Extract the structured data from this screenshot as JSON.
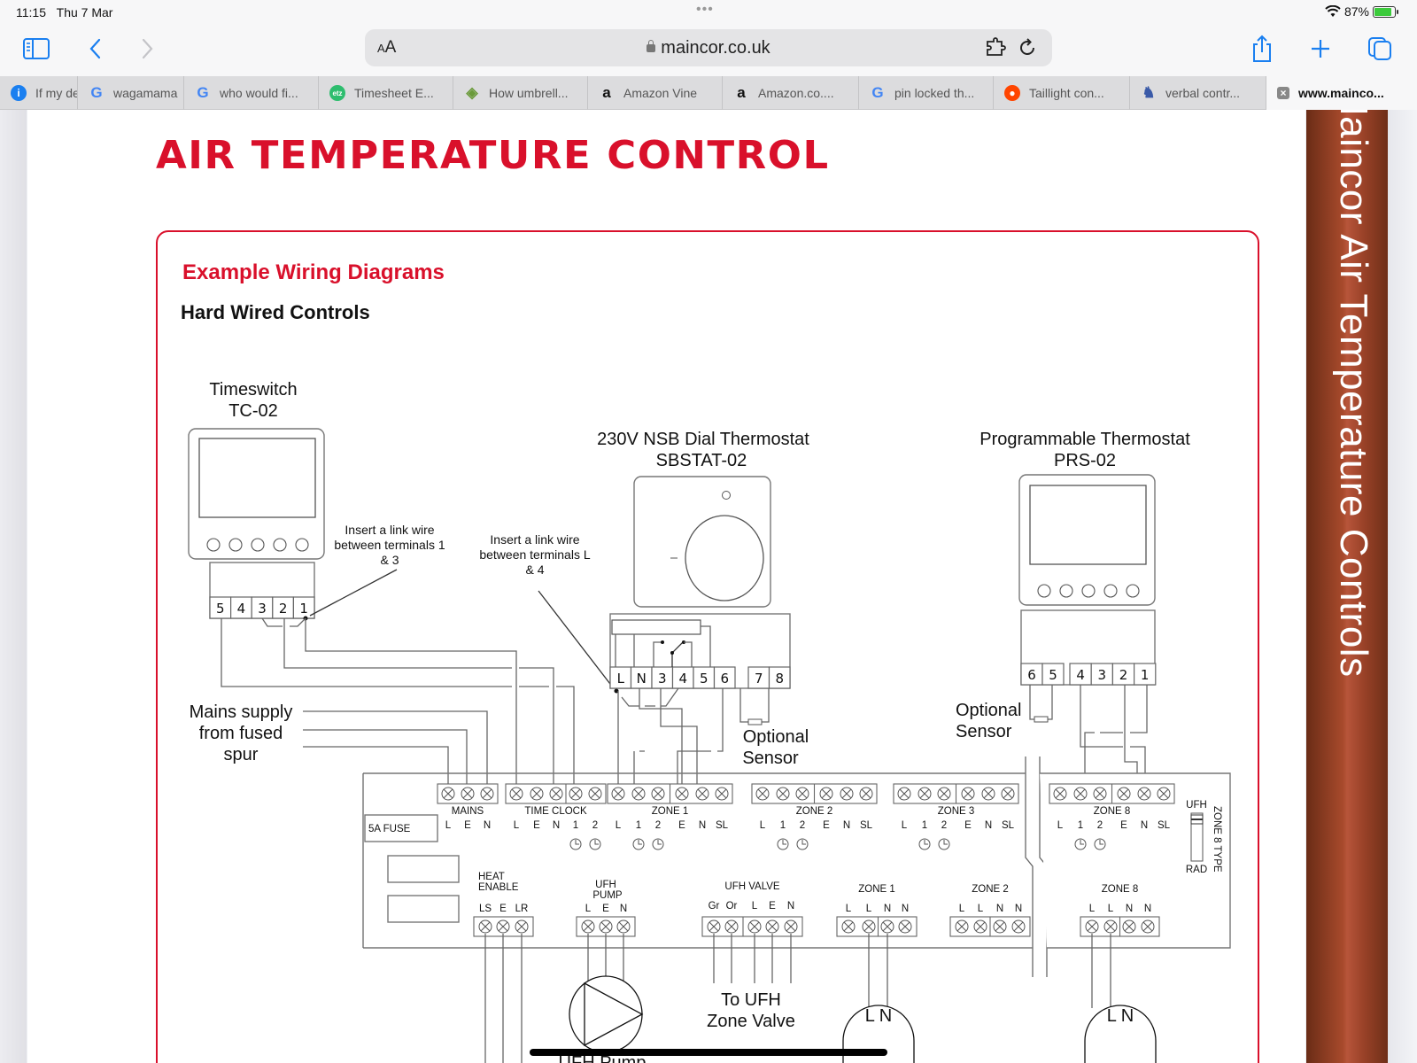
{
  "status_bar": {
    "time": "11:15",
    "date": "Thu 7 Mar",
    "battery_percent": "87%",
    "battery_level": 0.87,
    "charging": true
  },
  "toolbar": {
    "text_size_label": "AA",
    "url": "maincor.co.uk",
    "icons": [
      "sidebar-icon",
      "back-icon",
      "forward-icon",
      "extension-icon",
      "reload-icon",
      "share-icon",
      "new-tab-icon",
      "tabs-overview-icon"
    ]
  },
  "tabs": [
    {
      "label": "If my de",
      "icon": "info-icon",
      "fav_color": "#1a7ff0",
      "fav_text": "i"
    },
    {
      "label": "wagamama",
      "icon": "google-icon",
      "fav_color": "#4285f4",
      "fav_text": "G"
    },
    {
      "label": "who would fi...",
      "icon": "google-icon",
      "fav_color": "#4285f4",
      "fav_text": "G"
    },
    {
      "label": "Timesheet E...",
      "icon": "etz-icon",
      "fav_color": "#2dbd6e",
      "fav_text": "etz"
    },
    {
      "label": "How umbrell...",
      "icon": "diamond-icon",
      "fav_color": "#6a9a3a",
      "fav_text": "◈"
    },
    {
      "label": "Amazon Vine",
      "icon": "amazon-icon",
      "fav_color": "#111111",
      "fav_text": "a"
    },
    {
      "label": "Amazon.co....",
      "icon": "amazon-icon",
      "fav_color": "#111111",
      "fav_text": "a"
    },
    {
      "label": "pin locked th...",
      "icon": "google-icon",
      "fav_color": "#4285f4",
      "fav_text": "G"
    },
    {
      "label": "Taillight con...",
      "icon": "reddit-icon",
      "fav_color": "#ff4500",
      "fav_text": "●"
    },
    {
      "label": "verbal contr...",
      "icon": "lion-icon",
      "fav_color": "#3a5aa8",
      "fav_text": "♞"
    },
    {
      "label": "www.mainco...",
      "icon": "close-icon",
      "fav_color": "#888888",
      "fav_text": "×",
      "active": true
    }
  ],
  "page": {
    "title": "AIR TEMPERATURE CONTROL",
    "section_title": "Example Wiring Diagrams",
    "section_subtitle": "Hard Wired Controls",
    "side_tab_text": "Maincor Air Temperature Controls",
    "brand_color": "#d9102b"
  },
  "diagram": {
    "timeswitch": {
      "title": "Timeswitch",
      "model": "TC-02",
      "terminals": [
        "5",
        "4",
        "3",
        "2",
        "1"
      ]
    },
    "link_note_1": [
      "Insert a link wire",
      "between terminals 1",
      "& 3"
    ],
    "link_note_2": [
      "Insert a link wire",
      "between terminals L",
      "& 4"
    ],
    "dial_thermostat": {
      "title": "230V NSB Dial Thermostat",
      "model": "SBSTAT-02",
      "terminals": [
        "L",
        "N",
        "3",
        "4",
        "5",
        "6"
      ],
      "sensor_terminals": [
        "7",
        "8"
      ]
    },
    "prog_thermostat": {
      "title": "Programmable Thermostat",
      "model": "PRS-02",
      "sensor_terminals": [
        "6",
        "5"
      ],
      "terminals": [
        "4",
        "3",
        "2",
        "1"
      ]
    },
    "optional_sensor": [
      "Optional",
      "Sensor"
    ],
    "mains_supply": [
      "Mains supply",
      "from fused",
      "spur"
    ],
    "fuse_label": "5A FUSE",
    "top_groups": [
      {
        "name": "MAINS",
        "pins": [
          "L",
          "E",
          "N"
        ]
      },
      {
        "name": "TIME CLOCK",
        "pins": [
          "L",
          "E",
          "N",
          "1",
          "2"
        ]
      },
      {
        "name": "ZONE 1",
        "pins": [
          "L",
          "1",
          "2",
          "E",
          "N",
          "SL"
        ]
      },
      {
        "name": "ZONE 2",
        "pins": [
          "L",
          "1",
          "2",
          "E",
          "N",
          "SL"
        ]
      },
      {
        "name": "ZONE 3",
        "pins": [
          "L",
          "1",
          "2",
          "E",
          "N",
          "SL"
        ]
      },
      {
        "name": "ZONE 8",
        "pins": [
          "L",
          "1",
          "2",
          "E",
          "N",
          "SL"
        ]
      }
    ],
    "bottom_groups": [
      {
        "name": "HEAT ENABLE",
        "pins": [
          "LS",
          "E",
          "LR"
        ]
      },
      {
        "name": "UFH PUMP",
        "pins": [
          "L",
          "E",
          "N"
        ]
      },
      {
        "name": "UFH VALVE",
        "pins": [
          "Gr",
          "Or",
          "L",
          "E",
          "N"
        ]
      },
      {
        "name": "ZONE 1",
        "pins": [
          "L",
          "L",
          "N",
          "N"
        ]
      },
      {
        "name": "ZONE 2",
        "pins": [
          "L",
          "L",
          "N",
          "N"
        ]
      },
      {
        "name": "ZONE 8",
        "pins": [
          "L",
          "L",
          "N",
          "N"
        ]
      }
    ],
    "zone8_switch": {
      "top": "UFH",
      "bottom": "RAD",
      "label": "ZONE 8 TYPE"
    },
    "to_ufh_valve": [
      "To UFH",
      "Zone Valve"
    ],
    "actuator_pins": "L N",
    "pump_label": "UFH Pump"
  }
}
